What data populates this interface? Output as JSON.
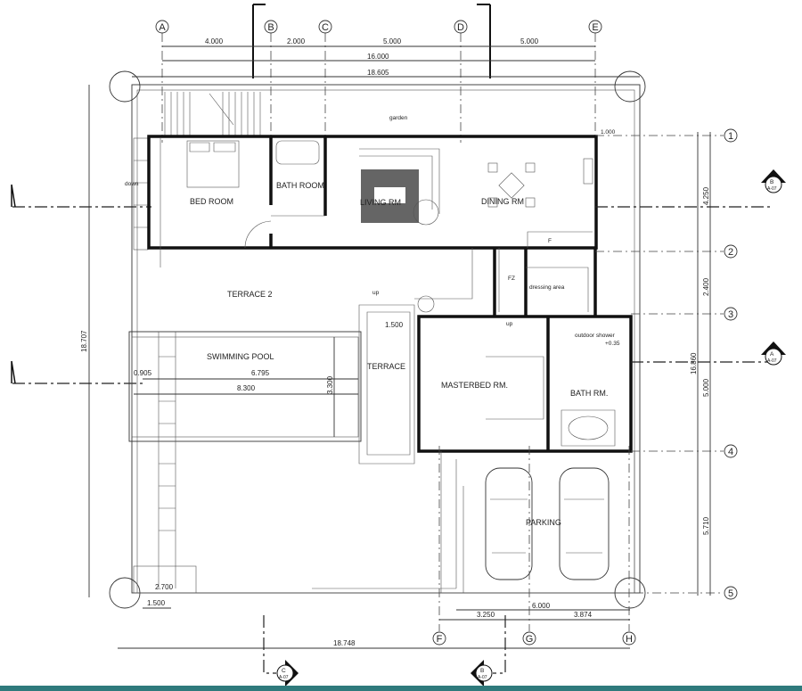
{
  "drawing": {
    "grid_columns": [
      "A",
      "B",
      "C",
      "D",
      "E"
    ],
    "grid_columns_bottom": [
      "F",
      "G",
      "H"
    ],
    "grid_rows": [
      "1",
      "2",
      "3",
      "4",
      "5"
    ],
    "top_dims": [
      "4.000",
      "2.000",
      "5.000",
      "5.000"
    ],
    "top_total": "16.000",
    "top_overall": "18.605",
    "right_dims": [
      "4.250",
      "2.400",
      "5.000",
      "5.710"
    ],
    "right_total": "16.860",
    "left_overall": "18.707",
    "bottom_dims": {
      "d1": "1.500",
      "d2": "2.700",
      "d3": "6.000",
      "d4": "3.250",
      "d5": "3.874",
      "overall": "18.748"
    },
    "pool_dims": {
      "a": "0.905",
      "b": "6.795",
      "c": "8.300",
      "d": "3.300"
    },
    "level_terrace": "1.500",
    "level_shower": "+0.35",
    "upper_offset": "1.000",
    "sections": [
      {
        "letter": "B",
        "sheet": "A-07"
      },
      {
        "letter": "A",
        "sheet": "A-07"
      },
      {
        "letter": "C",
        "sheet": "A-07"
      },
      {
        "letter": "B",
        "sheet": "A-07"
      }
    ],
    "rooms": {
      "garden": "garden",
      "bedroom": "BED ROOM",
      "bathroom": "BATH ROOM",
      "living": "LIVING RM",
      "dining": "DINING RM",
      "terrace2": "TERRACE 2",
      "pool": "SWIMMING POOL",
      "terrace": "TERRACE",
      "master": "MASTERBED RM.",
      "bath_rm": "BATH RM.",
      "dressing": "dressing area",
      "parking": "PARKING",
      "shower": "outdoor shower",
      "down": "down",
      "up": "up",
      "fz": "FZ",
      "f": "F"
    }
  }
}
